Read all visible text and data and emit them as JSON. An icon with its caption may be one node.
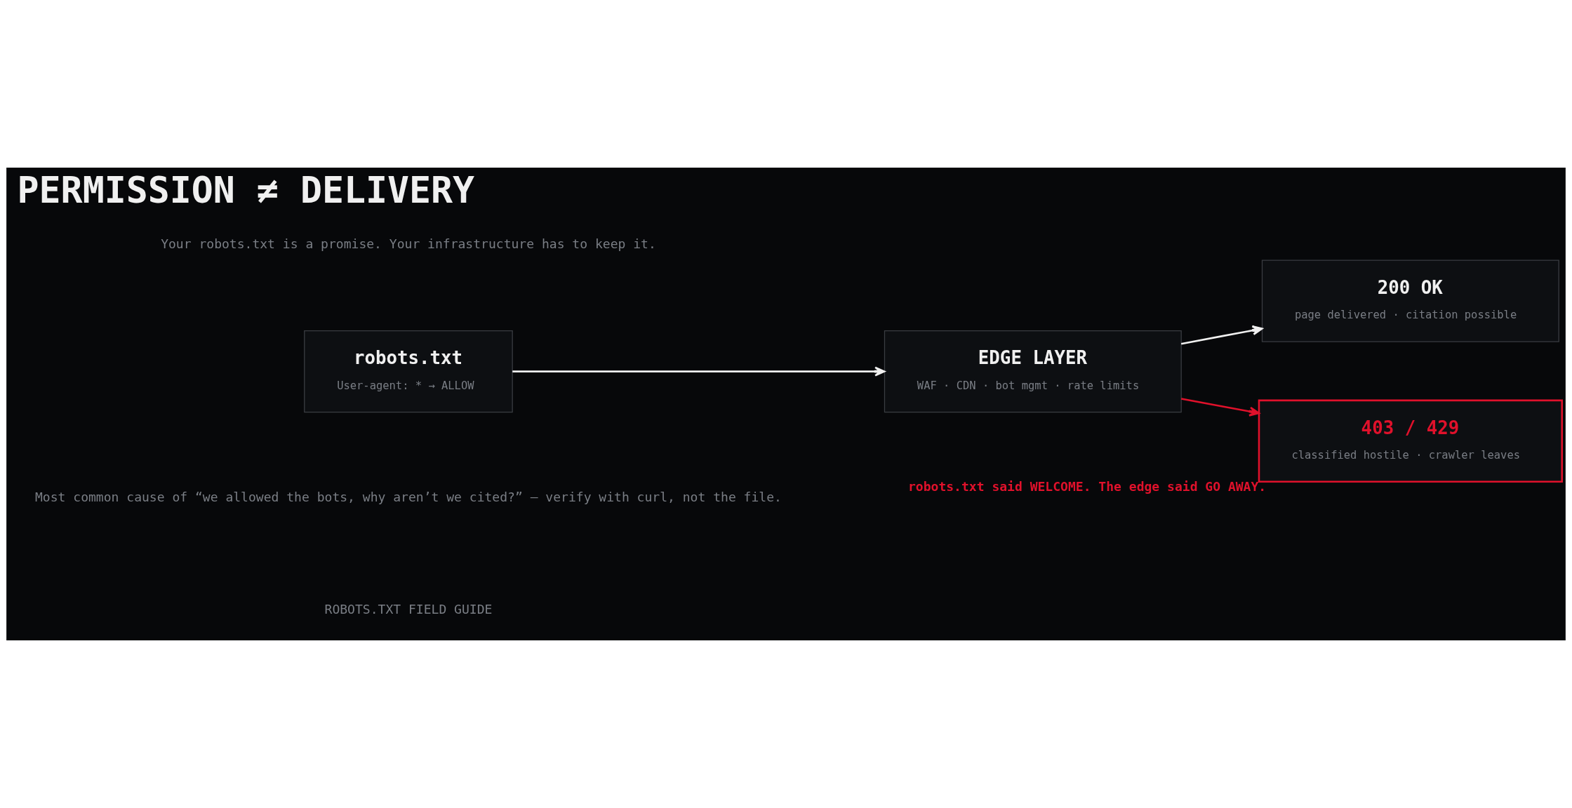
{
  "diagram": {
    "title": "PERMISSION ≠ DELIVERY",
    "nodes": [
      {
        "text": [
          "robots.txt",
          "User-agent: * → ALLOW"
        ]
      },
      {
        "text": [
          "EDGE LAYER",
          "WAF · CDN · bot mgmt · rate limits"
        ]
      },
      {
        "text": [
          "200 OK",
          "page delivered · citation possible"
        ]
      },
      {
        "text": [
          "403 / 429",
          "classified hostile · crawler leaves"
        ],
        "beside": [
          "robots.txt said WELCOME. The edge said GO AWAY."
        ]
      }
    ],
    "edges": [
      {
        "from": 0,
        "to": 1,
        "arrow": "to"
      },
      {
        "from": 1,
        "to": 2,
        "arrow": "to"
      },
      {
        "from": 1,
        "to": 3,
        "arrow": "to",
        "color": "#e0112b"
      }
    ],
    "labels": [
      "Your robots.txt is a promise. Your infrastructure has to keep it.",
      "Most common cause of “we allowed the bots, why aren’t we cited?” — verify with curl, not the file.",
      "ROBOTS.TXT FIELD GUIDE"
    ]
  }
}
